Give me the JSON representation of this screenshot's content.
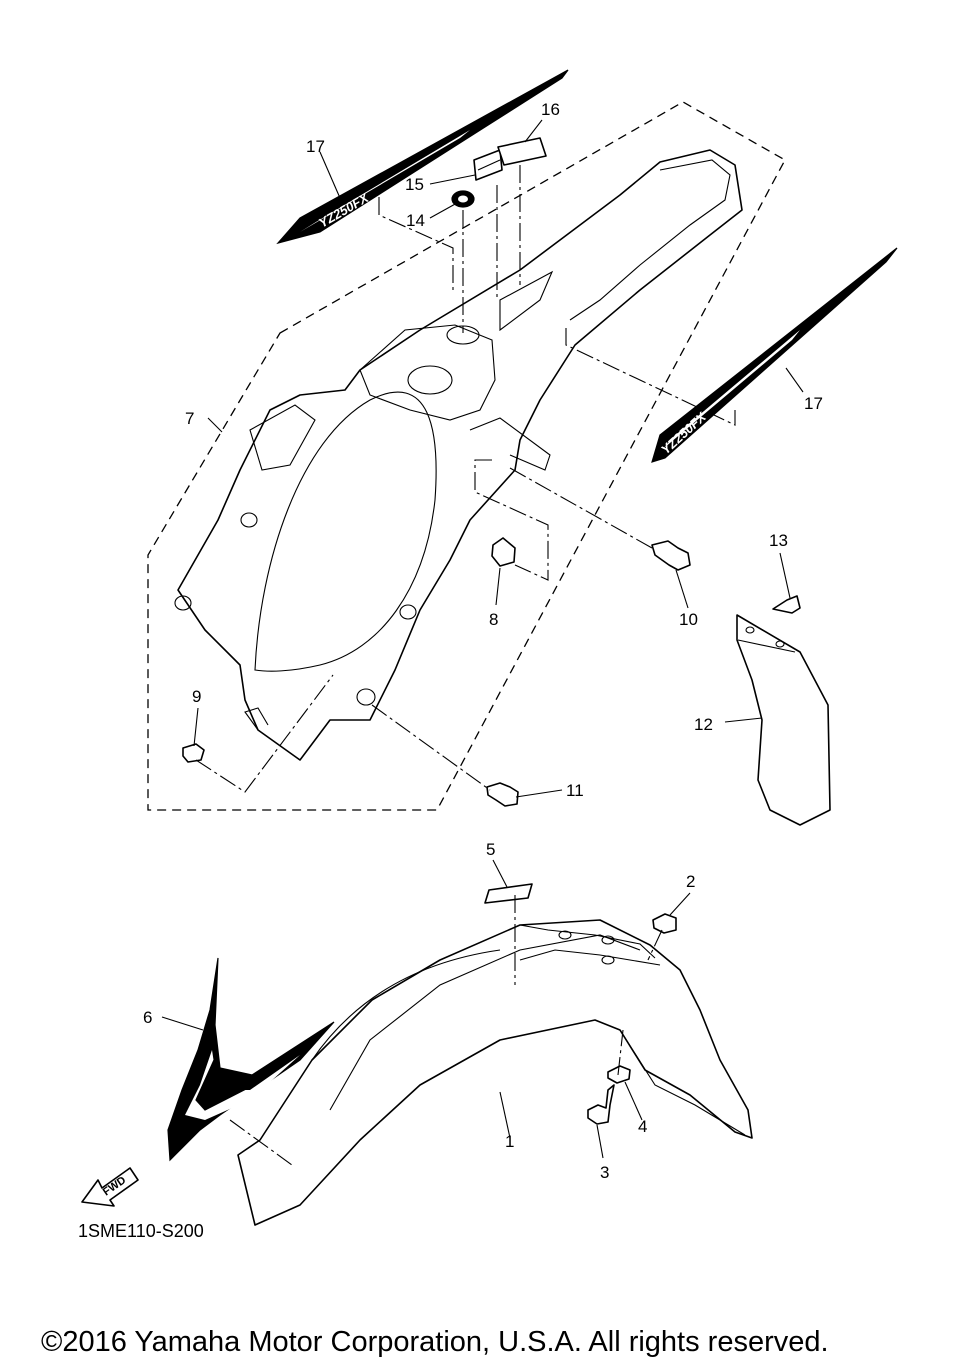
{
  "callouts": {
    "c1": "1",
    "c2": "2",
    "c3": "3",
    "c4": "4",
    "c5": "5",
    "c6": "6",
    "c7": "7",
    "c8": "8",
    "c9": "9",
    "c10": "10",
    "c11": "11",
    "c12": "12",
    "c13": "13",
    "c14": "14",
    "c15": "15",
    "c16": "16",
    "c17a": "17",
    "c17b": "17"
  },
  "decal_text": {
    "left": "YZ250FX",
    "right": "YZ250FX"
  },
  "direction_marker": "FWD",
  "part_code": "1SME110-S200",
  "copyright": "©2016 Yamaha Motor Corporation, U.S.A. All rights reserved."
}
